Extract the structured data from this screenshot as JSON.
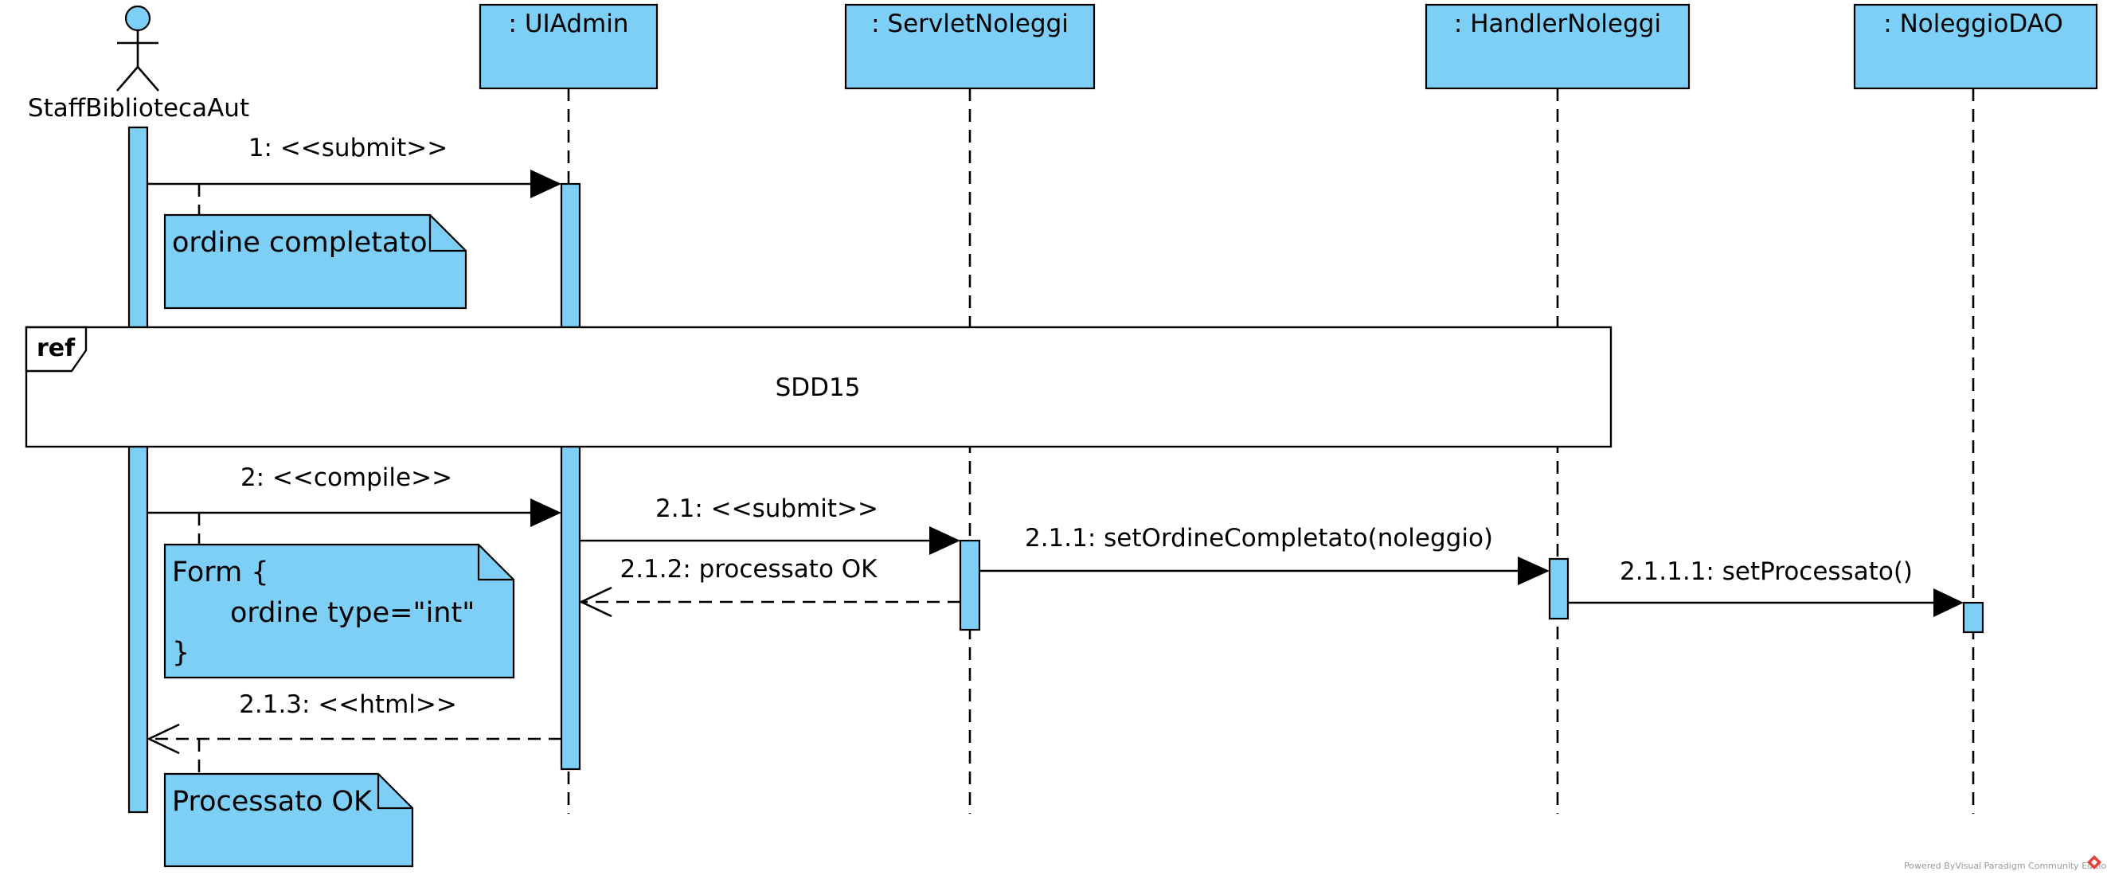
{
  "diagram": {
    "type": "sequence",
    "actor": {
      "name": "StaffBibliotecaAut"
    },
    "lifelines": [
      {
        "name": ": UIAdmin"
      },
      {
        "name": ": ServletNoleggi"
      },
      {
        "name": ": HandlerNoleggi"
      },
      {
        "name": ": NoleggioDAO"
      }
    ],
    "messages": [
      {
        "label": "1: <<submit>>",
        "kind": "sync",
        "from": "StaffBibliotecaAut",
        "to": ": UIAdmin"
      },
      {
        "label": "2: <<compile>>",
        "kind": "sync",
        "from": "StaffBibliotecaAut",
        "to": ": UIAdmin"
      },
      {
        "label": "2.1: <<submit>>",
        "kind": "sync",
        "from": ": UIAdmin",
        "to": ": ServletNoleggi"
      },
      {
        "label": "2.1.1: setOrdineCompletato(noleggio)",
        "kind": "sync",
        "from": ": ServletNoleggi",
        "to": ": HandlerNoleggi"
      },
      {
        "label": "2.1.1.1: setProcessato()",
        "kind": "sync",
        "from": ": HandlerNoleggi",
        "to": ": NoleggioDAO"
      },
      {
        "label": "2.1.2: processato OK",
        "kind": "return",
        "from": ": ServletNoleggi",
        "to": ": UIAdmin"
      },
      {
        "label": "2.1.3: <<html>>",
        "kind": "return",
        "from": ": UIAdmin",
        "to": "StaffBibliotecaAut"
      }
    ],
    "notes": [
      {
        "lines": [
          "ordine completato"
        ]
      },
      {
        "lines": [
          "Form {",
          "ordine type=\"int\"",
          "}"
        ]
      },
      {
        "lines": [
          "Processato OK"
        ]
      }
    ],
    "ref_fragment": {
      "tag": "ref",
      "text": "SDD15"
    },
    "colors": {
      "fill": "#7dcff5",
      "stroke": "#000000",
      "background": "#ffffff"
    },
    "watermark": "Powered ByVisual Paradigm Community Edition"
  }
}
